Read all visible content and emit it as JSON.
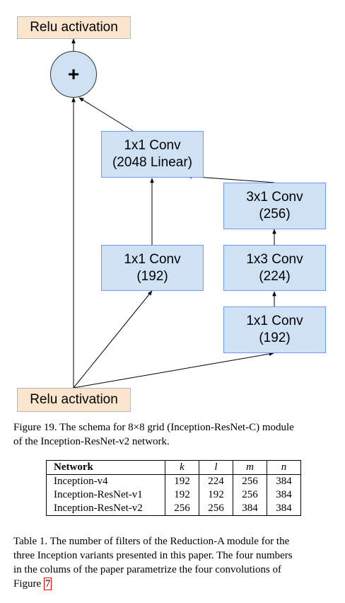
{
  "diagram": {
    "relu_top": "Relu activation",
    "relu_bottom": "Relu activation",
    "plus_symbol": "+",
    "conv_linear": {
      "line1": "1x1 Conv",
      "line2": "(2048 Linear)"
    },
    "conv_left": {
      "line1": "1x1 Conv",
      "line2": "(192)"
    },
    "conv_r_top": {
      "line1": "3x1 Conv",
      "line2": "(256)"
    },
    "conv_r_mid": {
      "line1": "1x3 Conv",
      "line2": "(224)"
    },
    "conv_r_bot": {
      "line1": "1x1 Conv",
      "line2": "(192)"
    }
  },
  "figure_caption": {
    "part1": "Figure 19. The schema for 8×8 grid (Inception-ResNet-C) module",
    "part2": "of the Inception-ResNet-v2 network."
  },
  "table": {
    "headers": [
      "Network",
      "k",
      "l",
      "m",
      "n"
    ],
    "rows": [
      {
        "network": "Inception-v4",
        "k": "192",
        "l": "224",
        "m": "256",
        "n": "384"
      },
      {
        "network": "Inception-ResNet-v1",
        "k": "192",
        "l": "192",
        "m": "256",
        "n": "384"
      },
      {
        "network": "Inception-ResNet-v2",
        "k": "256",
        "l": "256",
        "m": "384",
        "n": "384"
      }
    ]
  },
  "table_caption": {
    "line1": "Table 1. The number of filters of the Reduction-A module for the",
    "line2": "three Inception variants presented in this paper. The four numbers",
    "line3": "in the colums of the paper parametrize the four convolutions of",
    "line4_prefix": "Figure",
    "line4_ref": "7"
  }
}
